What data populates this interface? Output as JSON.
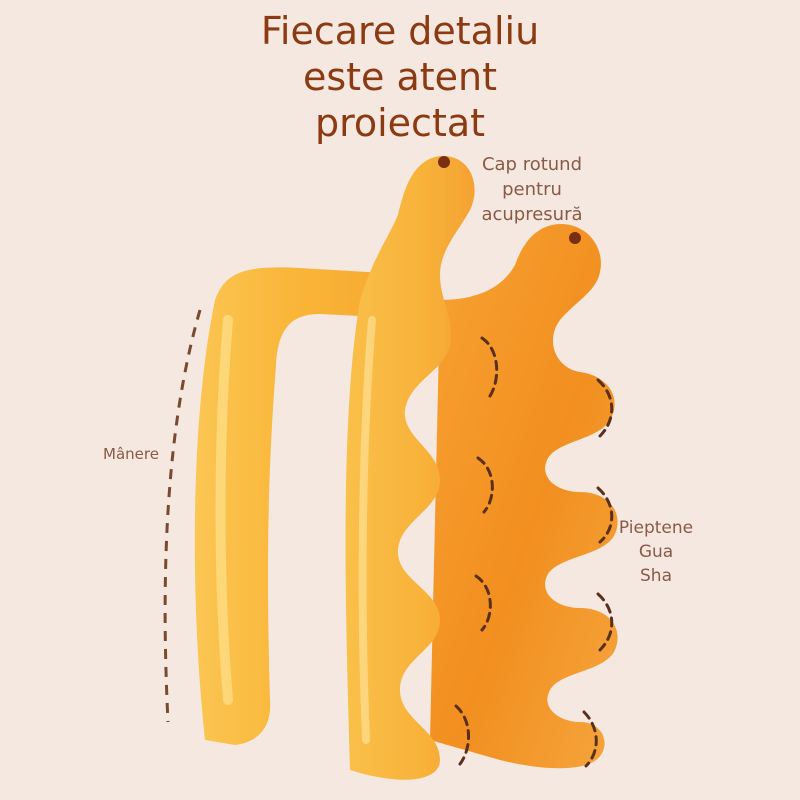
{
  "headline": {
    "line1": "Fiecare detaliu",
    "line2": "este atent",
    "line3": "proiectat"
  },
  "callouts": {
    "head": {
      "line1": "Cap rotund",
      "line2": "pentru",
      "line3": "acupresură"
    },
    "handles": {
      "line1": "Mânere"
    },
    "comb": {
      "line1": "Pieptene",
      "line2": "Gua",
      "line3": "Sha"
    }
  },
  "colors": {
    "background": "#f4e8e0",
    "title": "#8b3a12",
    "callout_text": "#8a5a44",
    "marker": "#7a2e12",
    "dash_line": "#7a4a30",
    "tool_light": "#f9b83a",
    "tool_dark": "#f08a1c"
  }
}
